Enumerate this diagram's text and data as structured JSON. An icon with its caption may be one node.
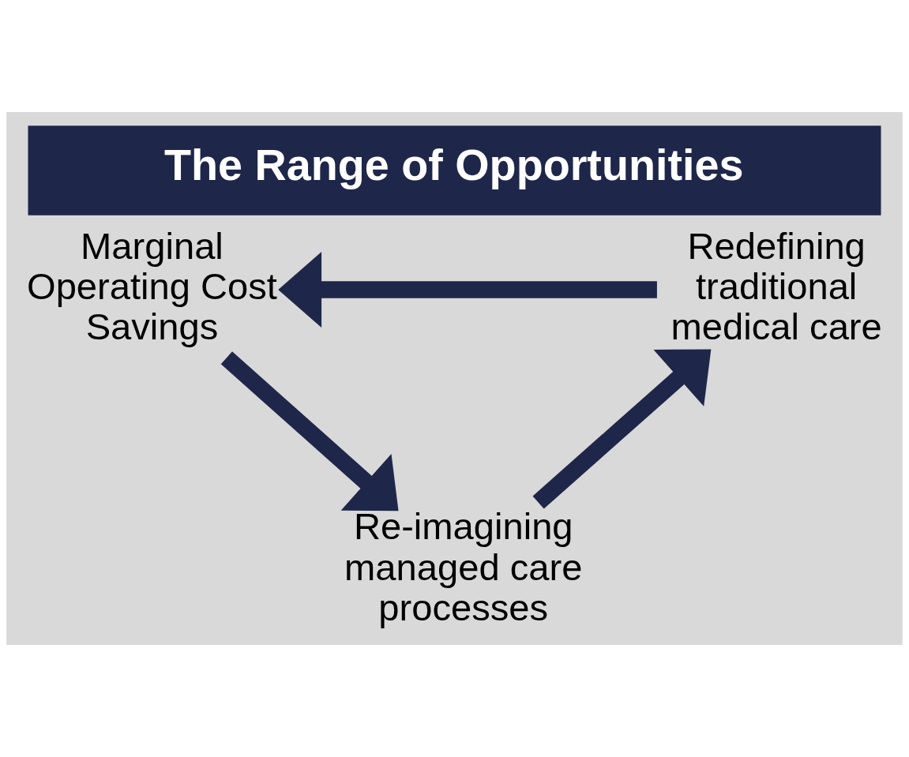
{
  "diagram": {
    "title": "The Range of Opportunities",
    "nodes": [
      {
        "text": [
          "Marginal Operating Cost Savings"
        ]
      },
      {
        "text": [
          "Re-imagining managed care processes"
        ]
      },
      {
        "text": [
          "Redefining traditional medical care"
        ]
      }
    ],
    "edges": [
      {
        "from": 0,
        "to": 1,
        "arrow": "to"
      },
      {
        "from": 1,
        "to": 2,
        "arrow": "to"
      },
      {
        "from": 2,
        "to": 0,
        "arrow": "to"
      }
    ]
  }
}
